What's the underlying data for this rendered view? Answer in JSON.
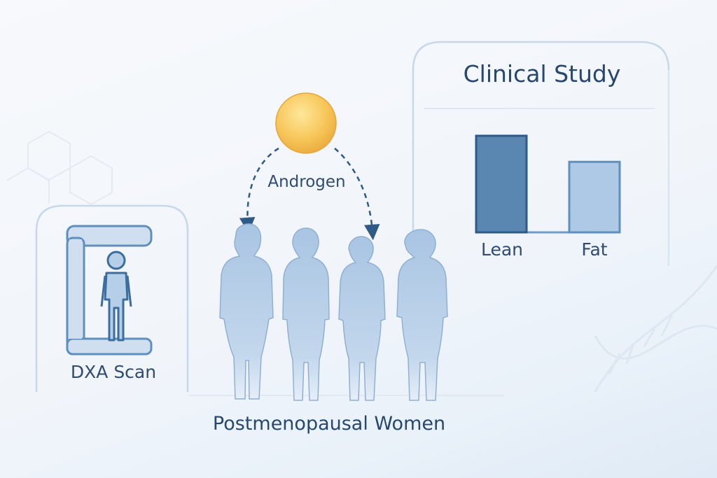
{
  "clinical_study": {
    "title": "Clinical Study",
    "bars": [
      {
        "label": "Lean",
        "relative_height": 1.0,
        "color": "#5a87b2"
      },
      {
        "label": "Fat",
        "relative_height": 0.73,
        "color": "#adc9e6"
      }
    ]
  },
  "hormone": {
    "label": "Androgen",
    "color": "#f2b94a"
  },
  "dxa": {
    "label": "DXA Scan"
  },
  "population": {
    "label": "Postmenopausal Women",
    "figure_count": 4
  }
}
